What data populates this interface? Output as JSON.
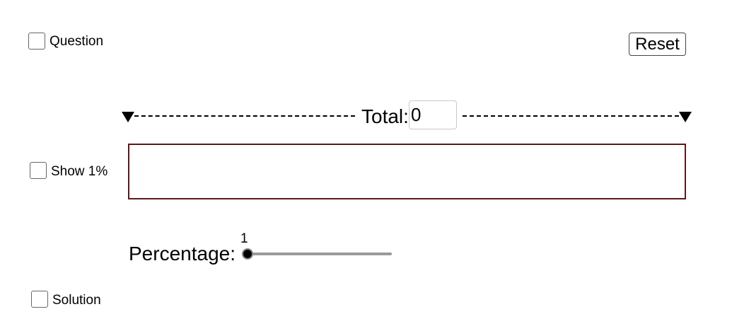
{
  "checkboxes": {
    "question": {
      "label": "Question",
      "checked": false
    },
    "show_one_percent": {
      "label": "Show 1%",
      "checked": false
    },
    "solution": {
      "label": "Solution",
      "checked": false
    }
  },
  "reset_button": {
    "label": "Reset"
  },
  "total": {
    "label": "Total:",
    "value": "0"
  },
  "percentage": {
    "label": "Percentage:",
    "value": "1"
  },
  "icons": {
    "left_arrow": "triangle-down-icon",
    "right_arrow": "triangle-down-icon"
  },
  "colors": {
    "bar_border": "#5a1a1a",
    "slider_track": "#9a9a9a"
  }
}
